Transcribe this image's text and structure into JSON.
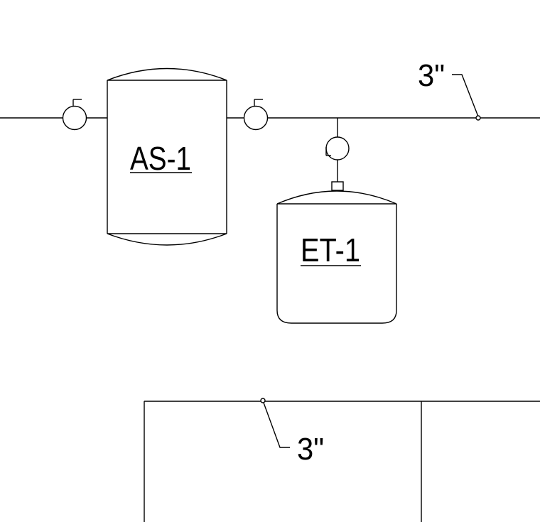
{
  "equipment": {
    "air_separator": {
      "tag": "AS-1"
    },
    "expansion_tank": {
      "tag": "ET-1"
    }
  },
  "pipe_sizes": {
    "upper_main": "3\"",
    "lower_main": "3\""
  },
  "colors": {
    "line": "#000000",
    "background": "#ffffff"
  }
}
